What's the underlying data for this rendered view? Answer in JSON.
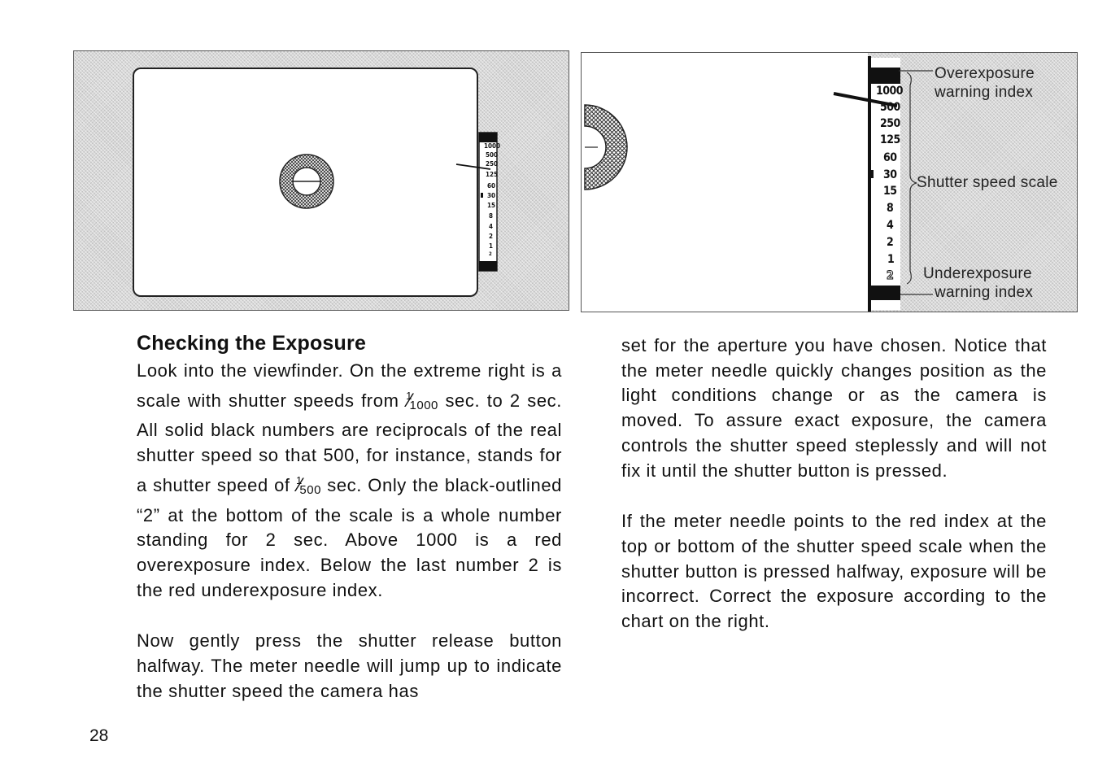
{
  "figure_left": {
    "scale_labels": [
      "1000",
      "500",
      "250",
      "125",
      "60",
      "30",
      "15",
      "8",
      "4",
      "2",
      "1",
      "2"
    ]
  },
  "figure_right": {
    "scale_labels": [
      "1000",
      "500",
      "250",
      "125",
      "60",
      "30",
      "15",
      "8",
      "4",
      "2",
      "1",
      "2"
    ],
    "callouts": {
      "overexposure_1": "Overexposure",
      "overexposure_2": "warning index",
      "shutter_speed_scale": "Shutter speed scale",
      "underexposure_1": "Underexposure",
      "underexposure_2": "warning index"
    }
  },
  "heading": "Checking the Exposure",
  "left_column": {
    "p1_a": "Look into the viewfinder. On the extreme right is a scale with shutter speeds from",
    "frac1_num": "1",
    "frac1_den": "1000",
    "p1_b": "sec. to 2 sec. All solid black numbers are reciprocals of the real shutter speed so that 500, for instance, stands for a shutter speed of",
    "frac2_num": "1",
    "frac2_den": "500",
    "p1_c": "sec. Only the black-outlined “2” at the bottom of the scale is a whole number standing for 2 sec. Above 1000 is a red overexposure index. Below the last number 2 is the red underexposure index.",
    "p2": "Now gently press the shutter release button halfway. The meter needle will jump up to indicate the shutter speed the camera has"
  },
  "right_column": {
    "p1": "set for the aperture you have chosen. Notice that the meter needle quickly changes position as the light conditions change or as the camera is moved. To assure exact exposure, the camera controls the shutter speed steplessly and will not fix it until the shutter button is pressed.",
    "p2": "If the meter needle points to the red index at the top or bottom of the shutter speed scale when the shutter button is pressed halfway, exposure will be incorrect. Correct the exposure according to the chart on the right."
  },
  "page_number": "28"
}
